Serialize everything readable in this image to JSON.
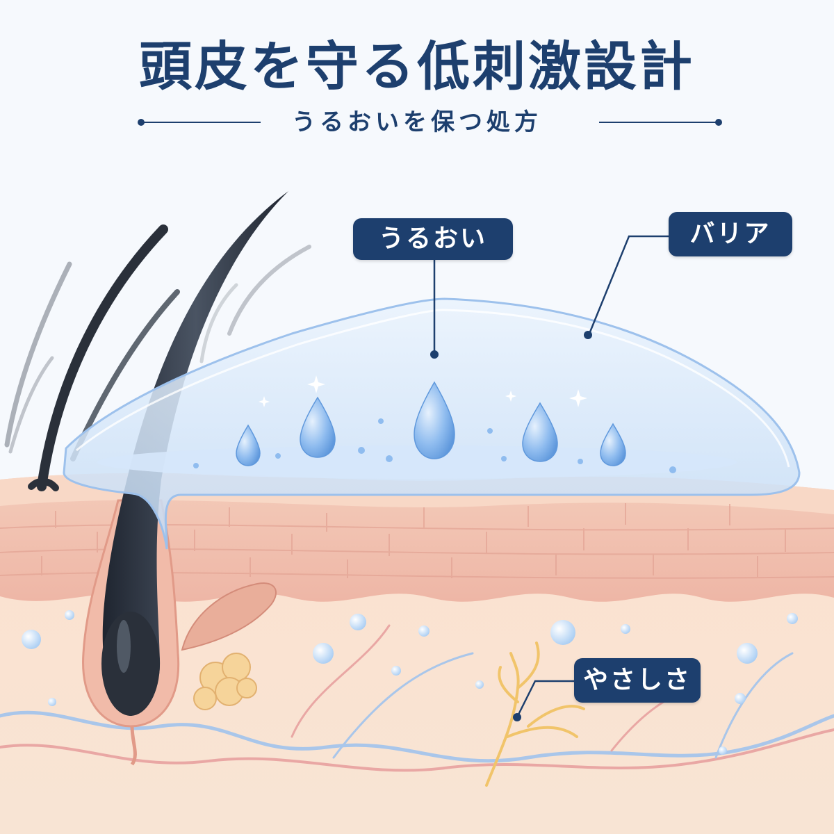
{
  "header": {
    "title": "頭皮を守る低刺激設計",
    "subtitle": "うるおいを保つ処方"
  },
  "labels": {
    "moisture": "うるおい",
    "barrier": "バリア",
    "gentleness": "やさしさ"
  },
  "colors": {
    "navy": "#1d3f6e",
    "skin_top": "#f3c8b8",
    "skin_dermis": "#fbe3d2",
    "barrier_blue": "#b9d4f3",
    "water_drop": "#7fb2ec"
  }
}
